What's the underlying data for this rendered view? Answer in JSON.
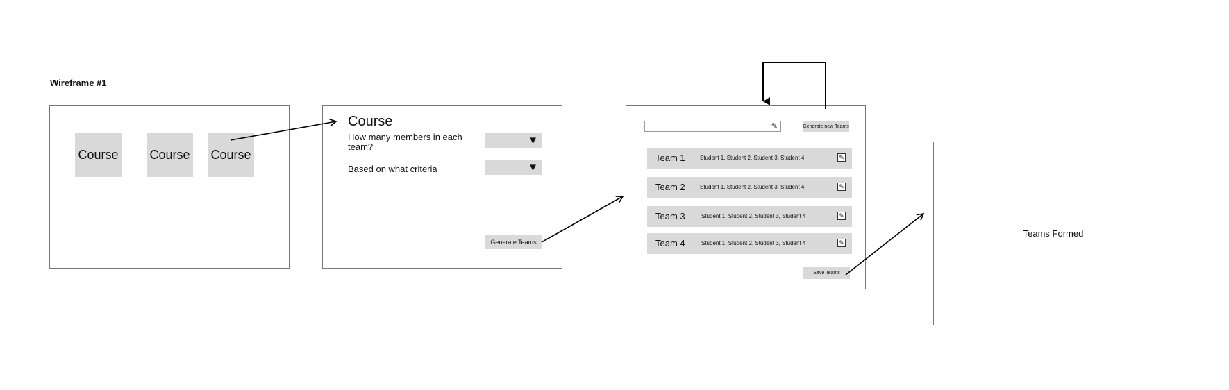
{
  "title": "Wireframe #1",
  "screen1": {
    "courses": [
      "Course",
      "Course",
      "Course"
    ]
  },
  "screen2": {
    "heading": "Course",
    "question_members": "How many members in each team?",
    "question_criteria": "Based on what criteria",
    "select_members_glyph": "▼",
    "select_criteria_glyph": "▼",
    "generate_button": "Generate Teams"
  },
  "screen3": {
    "search_icon": "pencil-icon",
    "generate_new_button": "Generate new Teams",
    "teams": [
      {
        "name": "Team 1",
        "students": "Student 1, Student 2, Student 3, Student 4"
      },
      {
        "name": "Team 2",
        "students": "Student 1, Student 2, Student 3, Student 4"
      },
      {
        "name": "Team 3",
        "students": "Student 1, Student 2, Student 3, Student 4"
      },
      {
        "name": "Team 4",
        "students": "Student 1, Student 2, Student 3, Student 4"
      }
    ],
    "edit_glyph": "✎",
    "save_button": "Save Teams"
  },
  "screen4": {
    "message": "Teams Formed"
  }
}
